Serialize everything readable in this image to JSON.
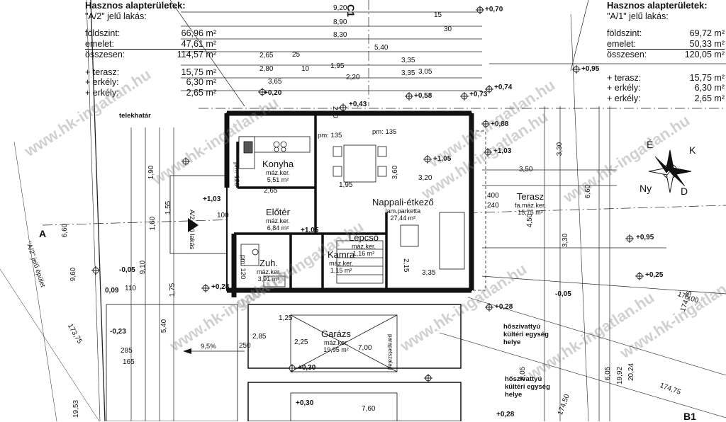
{
  "left_summary": {
    "title": "Hasznos alapterületek:",
    "subtitle": "\"A/2\" jelű lakás:",
    "rows": [
      {
        "label": "földszint:",
        "value": "66,96 m²"
      },
      {
        "label": "emelet:",
        "value": "47,61 m²"
      },
      {
        "label": "összesen:",
        "value": "114,57 m²"
      }
    ],
    "extras": [
      {
        "label": "+ terasz:",
        "value": "15,75 m²"
      },
      {
        "label": "+ erkély:",
        "value": "6,30 m²"
      },
      {
        "label": "+ erkély:",
        "value": "2,65 m²"
      }
    ]
  },
  "right_summary": {
    "title": "Hasznos alapterületek:",
    "subtitle": "\"A/1\" jelű lakás:",
    "rows": [
      {
        "label": "földszint:",
        "value": "69,72 m²"
      },
      {
        "label": "emelet:",
        "value": "50,33 m²"
      },
      {
        "label": "összesen:",
        "value": "120,05 m²"
      }
    ],
    "extras": [
      {
        "label": "+ terasz:",
        "value": "15,75 m²"
      },
      {
        "label": "+ erkély:",
        "value": "6,30 m²"
      },
      {
        "label": "+ erkély:",
        "value": "2,65 m²"
      }
    ]
  },
  "rooms": {
    "konyha": {
      "name": "Konyha",
      "floor": "máz.ker.",
      "area": "5,51 m²"
    },
    "nappali": {
      "name": "Nappali-étkező",
      "floor": "lam.parketta",
      "area": "27,44 m²"
    },
    "terasz": {
      "name": "Terasz",
      "floor": "fa.máz.ker.",
      "area": "15,75 m²"
    },
    "eloter": {
      "name": "Előtér",
      "floor": "máz.ker.",
      "area": "6,84 m²"
    },
    "lepcso": {
      "name": "Lépcső",
      "floor": "máz.ker.",
      "area": "1,16 m²"
    },
    "kamra": {
      "name": "Kamra",
      "floor": "máz.ker.",
      "area": "1,15 m²"
    },
    "zuh": {
      "name": "Zuh.",
      "floor": "máz.ker.",
      "area": "3,91 m²"
    },
    "garazs": {
      "name": "Garázs",
      "floor": "máz.ker.",
      "area": "19,95 m²"
    }
  },
  "labels": {
    "telekhatar": "telekhatár",
    "section_a": "A",
    "section_c1": "C1",
    "section_b1": "B1",
    "a2_building": "\"A/2\" jelű épület",
    "a2_lakas": "A/2 jelű lakás",
    "hoszivattyu_1": "hőszivattyú kültéri egység helye",
    "hoszivattyu_2": "hőszivattyú kültéri egység helye",
    "slope": "9,5%",
    "watermark": "www.hk-ingatlan.hu",
    "parapet": "parapetszalag",
    "pm_1": "pm: 135",
    "pm_2": "pm: 135",
    "pm_3": "pm: 120",
    "pm_4": "pm: 120"
  },
  "compass": {
    "n": "É",
    "e": "K",
    "s": "D",
    "w": "Ny"
  },
  "levels": [
    "+0,70",
    "+0,95",
    "+0,74",
    "+0,58",
    "+0,73",
    "+0,43",
    "+0,20",
    "+0,88",
    "+1,03",
    "+1,05",
    "+1,03",
    "+1,05",
    "+0,95",
    "+0,25",
    "-0,05",
    "-0,05",
    "+0,28",
    "+0,28",
    "+0,30",
    "+0,30",
    "+0,28",
    "-0,23",
    "0,09"
  ],
  "dims": {
    "top_chain": [
      "9,20",
      "8,90",
      "8,30",
      "5,40",
      "2,65",
      "3,35",
      "2,80",
      "1,95",
      "3,35",
      "3,65",
      "2,20",
      "3,05"
    ],
    "misc": [
      "15",
      "30",
      "10",
      "25",
      "210",
      "3,20",
      "3,50",
      "1,95",
      "2,65",
      "400",
      "240",
      "4,50",
      "3,30",
      "3,30",
      "6,60",
      "6,60",
      "9,60",
      "9,10",
      "1,55",
      "1,75",
      "1,60",
      "1,90",
      "5,40",
      "2,25",
      "7,00",
      "6,05",
      "6,05",
      "174,25",
      "175,00",
      "174,75",
      "174,50",
      "173,75",
      "19,53",
      "19,92",
      "20,24",
      "3,35",
      "2,15",
      "3,60",
      "1,25",
      "2,85",
      "285",
      "165",
      "250",
      "110",
      "7,60",
      "100"
    ]
  }
}
